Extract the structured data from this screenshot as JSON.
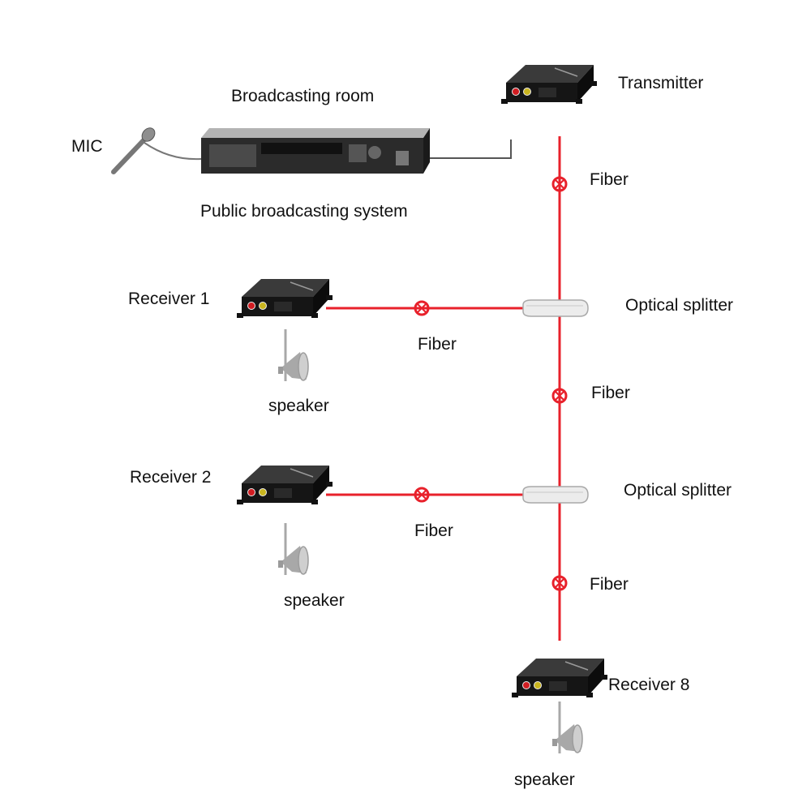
{
  "labels": {
    "broadcasting_room": "Broadcasting room",
    "public_broadcasting_system": "Public broadcasting system",
    "mic": "MIC",
    "transmitter": "Transmitter",
    "fiber": "Fiber",
    "optical_splitter": "Optical splitter",
    "receiver_1": "Receiver 1",
    "receiver_2": "Receiver 2",
    "receiver_8": "Receiver 8",
    "speaker": "speaker"
  },
  "colors": {
    "fiber_line": "#e8212b",
    "device_body": "#1c1c1c",
    "splitter": "#e9e9e9",
    "speaker_gray": "#a8a8a8"
  }
}
